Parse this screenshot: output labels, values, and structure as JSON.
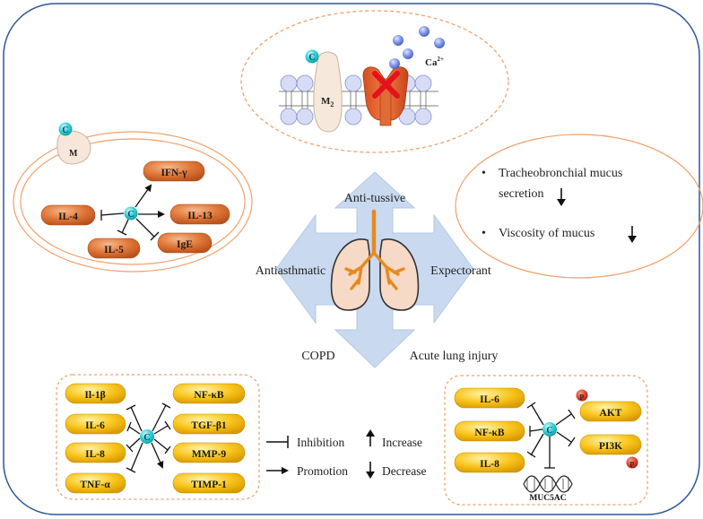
{
  "membrane": {
    "compound": "C",
    "receptor": "M",
    "receptor_sub": "2",
    "ion": "Ca",
    "ion_sup": "2+"
  },
  "immune": {
    "compound": "C",
    "receptor": "M",
    "targets": [
      "IFN-γ",
      "IL-4",
      "IL-13",
      "IL-5",
      "IgE"
    ]
  },
  "mucus": {
    "items": [
      "Tracheobronchial mucus",
      "secretion",
      "Viscosity of mucus"
    ]
  },
  "effects": {
    "top": "Anti-tussive",
    "left": "Antiasthmatic",
    "right": "Expectorant",
    "bottom_left": "COPD",
    "bottom_right": "Acute lung injury"
  },
  "copd": {
    "compound": "C",
    "left": [
      "Il-1β",
      "IL-6",
      "IL-8",
      "TNF-α"
    ],
    "right": [
      "NF-κB",
      "TGF-β1",
      "MMP-9",
      "TIMP-1"
    ]
  },
  "legend": {
    "inhibition": "Inhibition",
    "promotion": "Promotion",
    "increase": "Increase",
    "decrease": "Decrease"
  },
  "ali": {
    "compound": "C",
    "left": [
      "IL-6",
      "NF-κB",
      "IL-8"
    ],
    "right": [
      "AKT",
      "PI3K"
    ],
    "phospho": "p",
    "gene": "MUC5AC"
  },
  "colors": {
    "orange_pill": "#e07a3c",
    "yellow_pill": "#f7c21b",
    "cyan_ball": "#3fd3d6",
    "dashed_border": "#f2a06b",
    "frame": "#2f5597",
    "arrow_fill": "#c9daf0"
  }
}
